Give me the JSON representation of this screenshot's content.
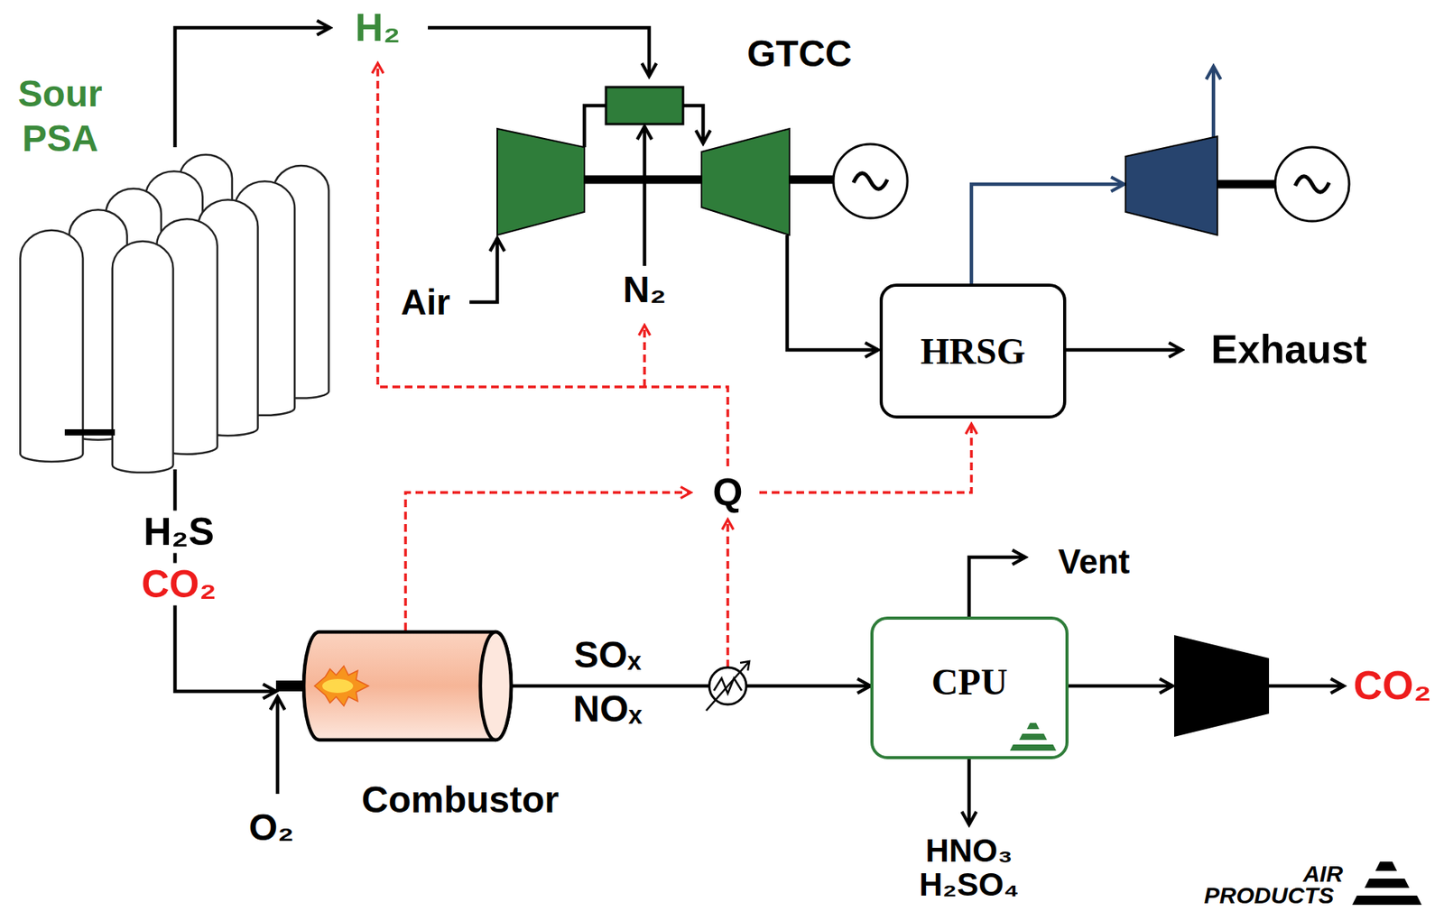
{
  "diagram": {
    "nodes": [
      {
        "text": [
          "Sour PSA"
        ]
      },
      {
        "text": [
          "HRSG"
        ]
      },
      {
        "text": [
          "Combustor"
        ]
      },
      {
        "text": [
          "CPU"
        ]
      }
    ],
    "edges": [
      {
        "from": 0,
        "to": 2,
        "arrow": "to"
      },
      {
        "from": 2,
        "to": 3,
        "arrow": "to"
      }
    ],
    "labels": [
      "H₂",
      "GTCC",
      "Air",
      "N₂",
      "Exhaust",
      "Q",
      "H₂S",
      "CO₂",
      "O₂",
      "SOₓ",
      "NOₓ",
      "Vent",
      "HNO₃",
      "H₂SO₄",
      "CO₂",
      "AIR",
      "PRODUCTS"
    ]
  }
}
